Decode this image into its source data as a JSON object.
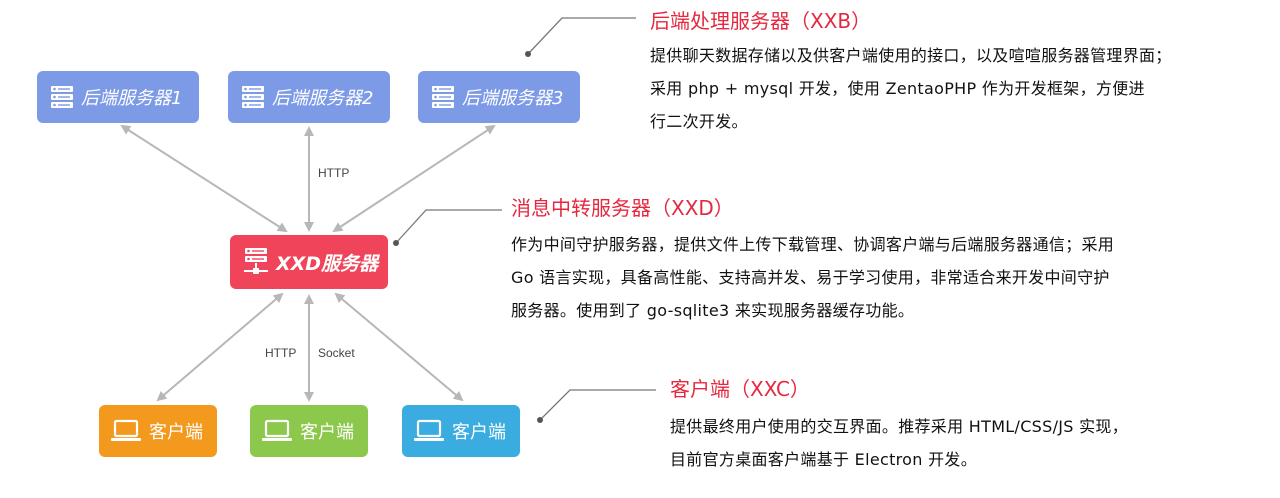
{
  "nodes": {
    "backend1": "后端服务器1",
    "backend2": "后端服务器2",
    "backend3": "后端服务器3",
    "xxd": "XXD服务器",
    "client1": "客户端",
    "client2": "客户端",
    "client3": "客户端"
  },
  "edge_labels": {
    "http_top": "HTTP",
    "http_bottom": "HTTP",
    "socket": "Socket"
  },
  "sections": {
    "xxb": {
      "title": "后端处理服务器（XXB）",
      "lines": [
        "提供聊天数据存储以及供客户端使用的接口，以及喧喧服务器管理界面；",
        "采用 php + mysql 开发，使用 ZentaoPHP 作为开发框架，方便进",
        "行二次开发。"
      ]
    },
    "xxd": {
      "title": "消息中转服务器（XXD）",
      "lines": [
        "作为中间守护服务器，提供文件上传下载管理、协调客户端与后端服务器通信；采用",
        "Go 语言实现，具备高性能、支持高并发、易于学习使用，非常适合来开发中间守护",
        "服务器。使用到了 go-sqlite3 来实现服务器缓存功能。"
      ]
    },
    "xxc": {
      "title": "客户端（XXC）",
      "lines": [
        "提供最终用户使用的交互界面。推荐采用 HTML/CSS/JS 实现，",
        "目前官方桌面客户端基于 Electron 开发。"
      ]
    }
  },
  "colors": {
    "backend": "#7c9ae6",
    "xxd": "#f0445a",
    "client1": "#f39a1e",
    "client2": "#8cc84b",
    "client3": "#3aace0",
    "title": "#e5283f"
  }
}
